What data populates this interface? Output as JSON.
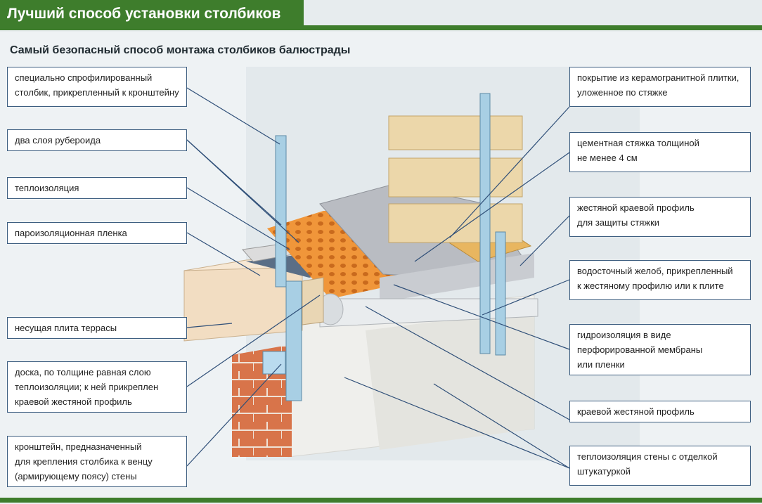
{
  "header": {
    "title": "Лучший способ установки столбиков",
    "subtitle": "Самый безопасный способ монтажа столбиков балюстрады"
  },
  "labels": {
    "post": "специально спрофилированный\nстолбик, прикрепленный к кронштейну",
    "roofing_felt": "два слоя рубероида",
    "thermal_insulation": "теплоизоляция",
    "vapor_barrier": "пароизоляционная пленка",
    "slab": "несущая плита террасы",
    "board": "доска, по толщине равная слою\nтеплоизоляции; к ней прикреплен\nкраевой жестяной профиль",
    "bracket": "кронштейн, предназначенный\nдля крепления столбика к венцу\n(армирующему поясу) стены",
    "tile_cover": "покрытие из керамогранитной плитки,\nуложенное по стяжке",
    "screed": "цементная стяжка толщиной\nне менее 4 см",
    "tin_edge_profile": "жестяной краевой профиль\nдля защиты стяжки",
    "gutter": "водосточный желоб, прикрепленный\nк жестяному профилю или к плите",
    "waterproofing": "гидроизоляция в виде\nперфорированной мембраны\nили пленки",
    "edge_profile": "краевой жестяной профиль",
    "wall_insulation": "теплоизоляция стены с отделкой\nштукатуркой"
  },
  "colors": {
    "accent_green": "#3e7d2c",
    "callout_border": "#3d5e80",
    "leader_line": "#2f4f78",
    "brick": "#d8744a",
    "membrane_orange": "#f0963a",
    "tile": "#e8b660",
    "post_blue": "#a8cfe4"
  }
}
